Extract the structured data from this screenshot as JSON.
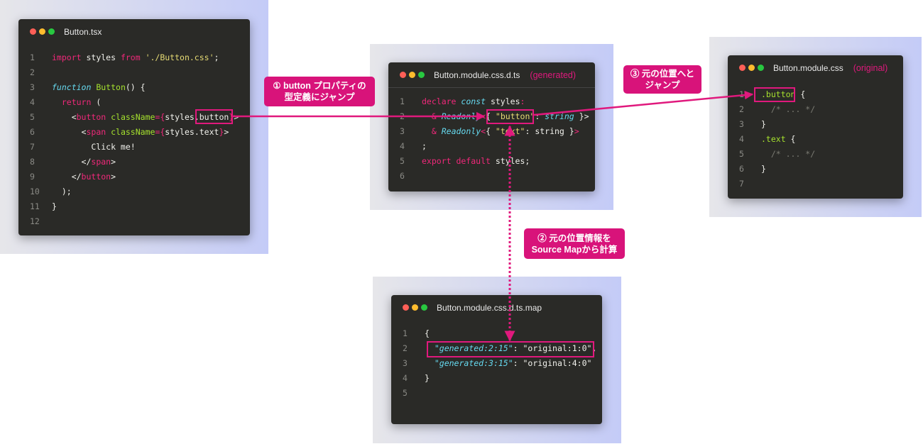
{
  "accent_color": "#e0197d",
  "windows": [
    {
      "title": "Button.tsx",
      "tag": "",
      "lines": [
        [
          [
            "import",
            "k"
          ],
          [
            " styles ",
            "p"
          ],
          [
            "from",
            "k"
          ],
          [
            " './Button.css'",
            "s"
          ],
          [
            ";",
            "p"
          ]
        ],
        [],
        [
          [
            "function",
            "i"
          ],
          [
            " ",
            "p"
          ],
          [
            "Button",
            "f"
          ],
          [
            "() {",
            "p"
          ]
        ],
        [
          [
            "  ",
            "p"
          ],
          [
            "return",
            "k"
          ],
          [
            " (",
            "p"
          ]
        ],
        [
          [
            "    <",
            "p"
          ],
          [
            "button",
            "k"
          ],
          [
            " ",
            "p"
          ],
          [
            "className",
            "f"
          ],
          [
            "={",
            "k"
          ],
          [
            "styles.button",
            "p"
          ],
          [
            "}",
            "k"
          ],
          [
            ">",
            "p"
          ]
        ],
        [
          [
            "      <",
            "p"
          ],
          [
            "span",
            "k"
          ],
          [
            " ",
            "p"
          ],
          [
            "className",
            "f"
          ],
          [
            "={",
            "k"
          ],
          [
            "styles.text",
            "p"
          ],
          [
            "}",
            "k"
          ],
          [
            ">",
            "p"
          ]
        ],
        [
          [
            "        Click me!",
            "p"
          ]
        ],
        [
          [
            "      </",
            "p"
          ],
          [
            "span",
            "k"
          ],
          [
            ">",
            "p"
          ]
        ],
        [
          [
            "    </",
            "p"
          ],
          [
            "button",
            "k"
          ],
          [
            ">",
            "p"
          ]
        ],
        [
          [
            "  );",
            "p"
          ]
        ],
        [
          [
            "}",
            "p"
          ]
        ],
        []
      ]
    },
    {
      "title": "Button.module.css.d.ts",
      "tag": "(generated)",
      "lines": [
        [
          [
            "declare",
            "k"
          ],
          [
            " ",
            "p"
          ],
          [
            "const",
            "i"
          ],
          [
            " styles",
            "p"
          ],
          [
            ":",
            "k"
          ]
        ],
        [
          [
            "  ",
            "p"
          ],
          [
            "&",
            "k"
          ],
          [
            " ",
            "p"
          ],
          [
            "Readonly",
            "i"
          ],
          [
            "<",
            "k"
          ],
          [
            "{ ",
            "p"
          ],
          [
            "\"button\"",
            "s"
          ],
          [
            ": ",
            "p"
          ],
          [
            "string",
            "i"
          ],
          [
            " }>",
            "p"
          ]
        ],
        [
          [
            "  ",
            "p"
          ],
          [
            "&",
            "k"
          ],
          [
            " ",
            "p"
          ],
          [
            "Readonly",
            "i"
          ],
          [
            "<",
            "k"
          ],
          [
            "{ ",
            "p"
          ],
          [
            "\"text\"",
            "s"
          ],
          [
            ": string }",
            "p"
          ],
          [
            ">",
            "k"
          ]
        ],
        [
          [
            ";",
            "p"
          ]
        ],
        [
          [
            "export default",
            "k"
          ],
          [
            " styles;",
            "p"
          ]
        ],
        []
      ]
    },
    {
      "title": "Button.module.css",
      "tag": "(original)",
      "lines": [
        [
          [
            ".button",
            "f"
          ],
          [
            " {",
            "p"
          ]
        ],
        [
          [
            "  /* ... */",
            "c"
          ]
        ],
        [
          [
            "}",
            "p"
          ]
        ],
        [
          [
            ".text",
            "f"
          ],
          [
            " {",
            "p"
          ]
        ],
        [
          [
            "  /* ... */",
            "c"
          ]
        ],
        [
          [
            "}",
            "p"
          ]
        ],
        []
      ]
    },
    {
      "title": "Button.module.css.d.ts.map",
      "tag": "",
      "lines": [
        [
          [
            "{",
            "p"
          ]
        ],
        [
          [
            "  ",
            "p"
          ],
          [
            "\"generated:2:15\"",
            "i"
          ],
          [
            ": ",
            "p"
          ],
          [
            "\"original:1:0\"",
            "n"
          ],
          [
            ",",
            "p"
          ]
        ],
        [
          [
            "  ",
            "p"
          ],
          [
            "\"generated:3:15\"",
            "i"
          ],
          [
            ": \"original:4:0\"",
            "p"
          ]
        ],
        [
          [
            "}",
            "p"
          ]
        ],
        []
      ]
    }
  ],
  "labels": {
    "step1": [
      "① button プロパティの",
      "型定義にジャンプ"
    ],
    "step2": [
      "② 元の位置情報を",
      "Source Mapから計算"
    ],
    "step3": [
      "③ 元の位置へと",
      "ジャンプ"
    ]
  }
}
